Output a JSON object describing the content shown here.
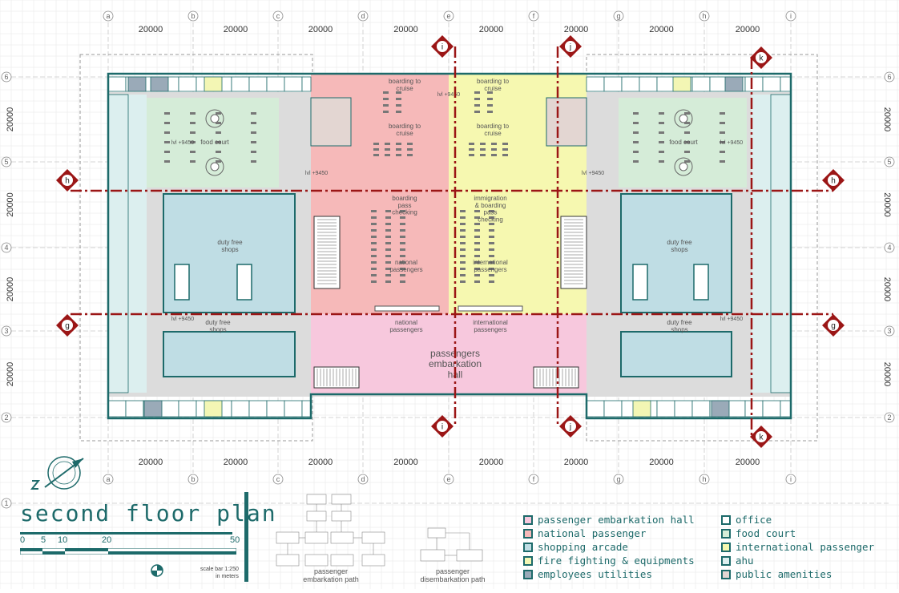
{
  "sheet": {
    "title": "second floor plan",
    "scale_ticks": [
      "0",
      "5",
      "10",
      "20",
      "50"
    ],
    "scale_text": "scale bar 1:250",
    "scale_units": "in meters"
  },
  "grid": {
    "columns": [
      "a",
      "b",
      "c",
      "d",
      "e",
      "f",
      "g",
      "h",
      "i"
    ],
    "rows": [
      "6",
      "5",
      "4",
      "3",
      "2",
      "1"
    ],
    "spacing_label": "20000"
  },
  "section_markers": [
    "i",
    "j",
    "k",
    "h",
    "g"
  ],
  "rooms": {
    "boarding_cruise_1": "boarding to cruise",
    "boarding_cruise_2": "boarding to cruise",
    "boarding_cruise_3": "boarding to cruise",
    "boarding_cruise_4": "boarding to cruise",
    "boarding_pass": "boarding pass checking",
    "immigration": "immigration & boarding pass checking",
    "national_passengers": "national passengers",
    "international_passengers": "international passengers",
    "national_passengers_2": "national passengers",
    "international_passengers_2": "international passengers",
    "embarkation_hall": "passengers embarkation hall",
    "food_court": "food court",
    "duty_free": "duty free shops",
    "level": "lvl +9450"
  },
  "flow": {
    "embarkation_caption": "passenger embarkation path",
    "disembarkation_caption": "passenger disembarkation path"
  },
  "legend_left": [
    {
      "label": "passenger embarkation hall",
      "color": "#f7c8dd"
    },
    {
      "label": "national passenger",
      "color": "#f6b9b9"
    },
    {
      "label": "shopping arcade",
      "color": "#bfdde4"
    },
    {
      "label": "fire fighting & equipments",
      "color": "#f3f6b4"
    },
    {
      "label": "employees utilities",
      "color": "#9aaab8"
    }
  ],
  "legend_right": [
    {
      "label": "office",
      "color": "#ffffff"
    },
    {
      "label": "food court",
      "color": "#d5ecd8"
    },
    {
      "label": "international passenger",
      "color": "#f6f8b0"
    },
    {
      "label": "ahu",
      "color": "#dcefef"
    },
    {
      "label": "public amenities",
      "color": "#e3d6d2"
    }
  ],
  "colors": {
    "teal": "#1d6a6a",
    "section_red": "#9b1616",
    "grid": "#e6e6e6"
  }
}
